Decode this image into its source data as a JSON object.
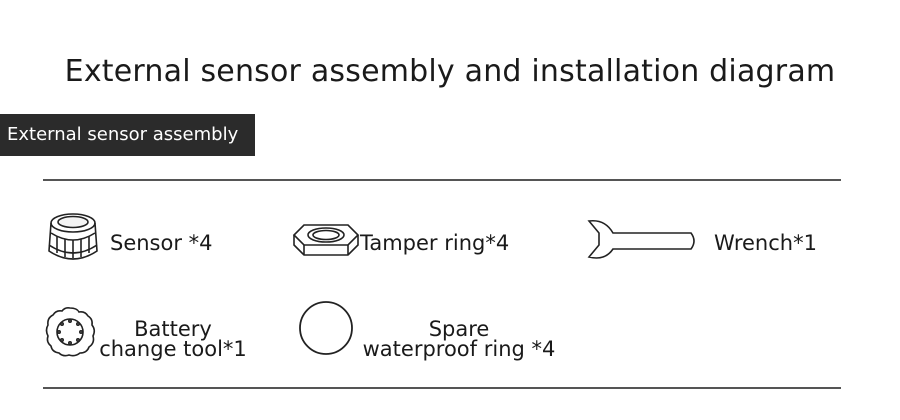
{
  "title": "External sensor assembly and installation diagram",
  "section_badge": "External sensor assembly",
  "items": [
    {
      "icon": "sensor-icon",
      "label": "Sensor *4"
    },
    {
      "icon": "tamper-ring-icon",
      "label": "Tamper ring*4"
    },
    {
      "icon": "wrench-icon",
      "label": "Wrench*1"
    },
    {
      "icon": "battery-change-tool-icon",
      "label_line1": "Battery",
      "label_line2": "change tool*1"
    },
    {
      "icon": "spare-waterproof-ring-icon",
      "label_line1": "Spare",
      "label_line2": "waterproof ring *4"
    }
  ]
}
